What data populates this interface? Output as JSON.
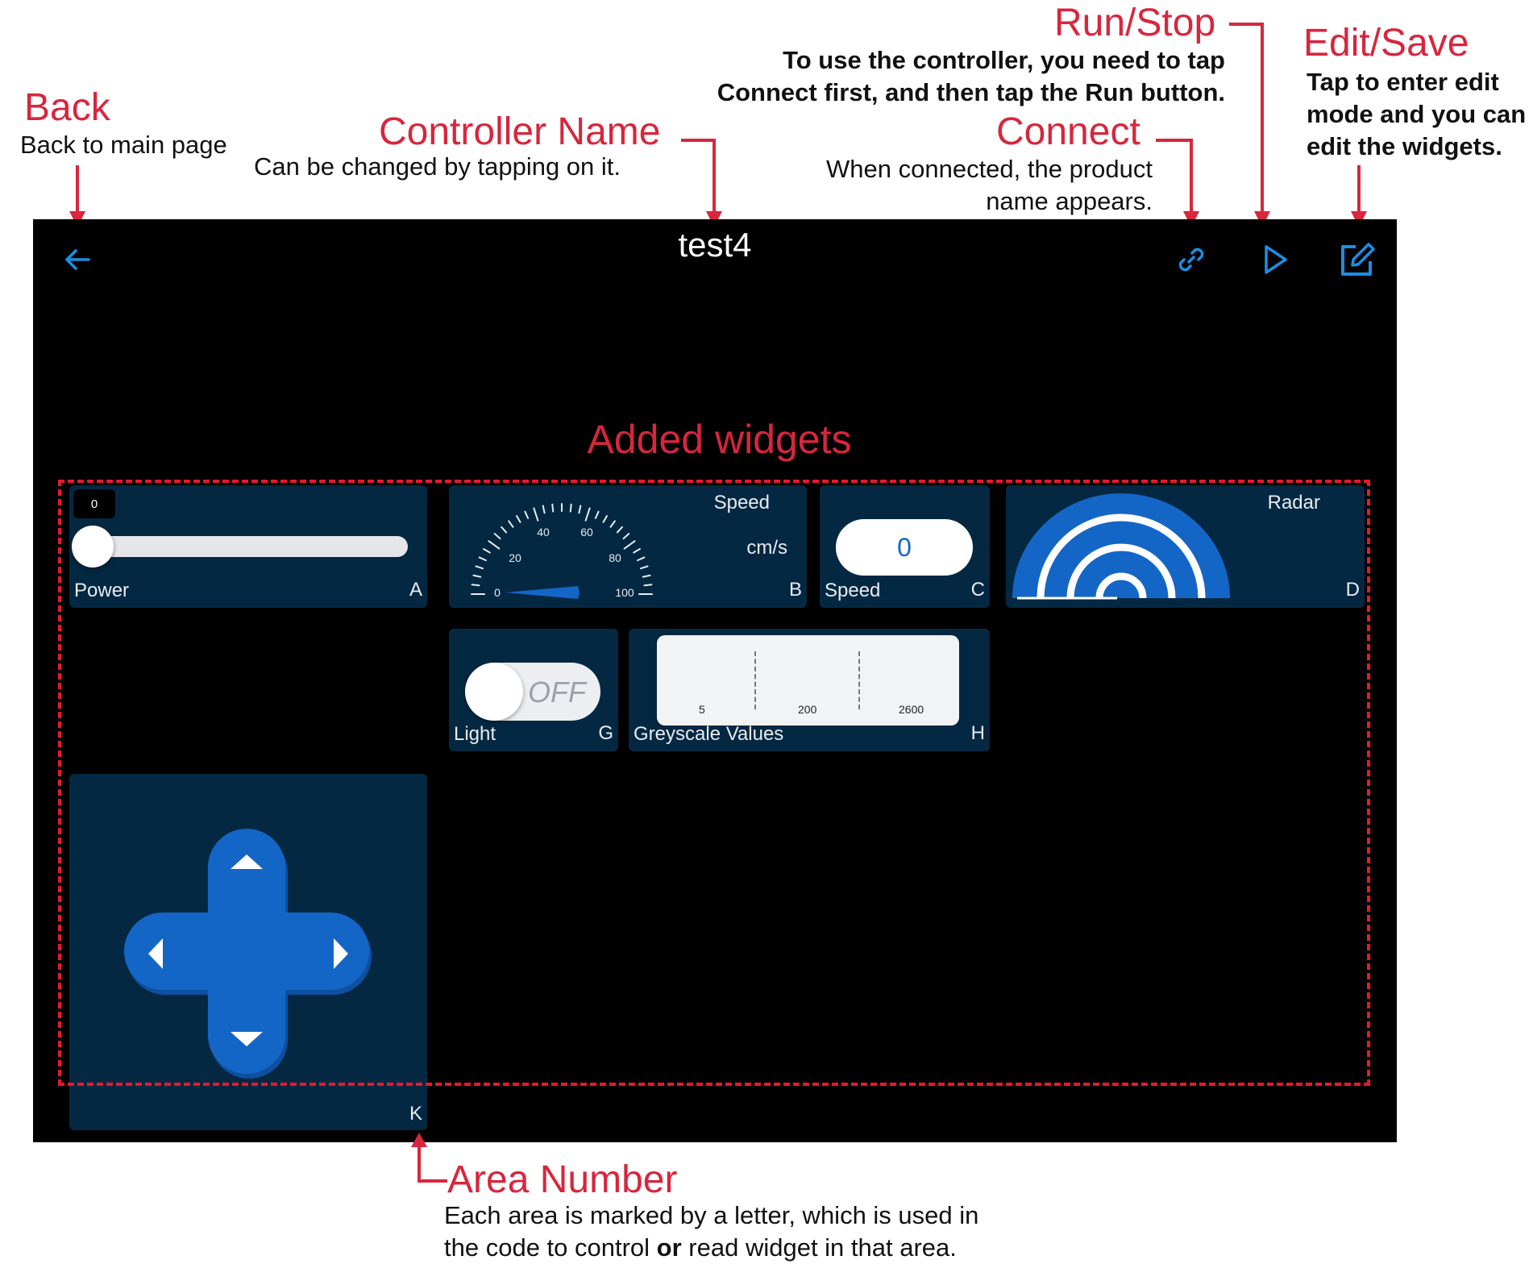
{
  "annotations": {
    "back": {
      "title": "Back",
      "desc": "Back to main page"
    },
    "controller_name": {
      "title": "Controller Name",
      "desc": "Can be changed by tapping on it."
    },
    "run_stop": {
      "title": "Run/Stop",
      "desc_line1": "To use the controller, you need to tap",
      "desc_line2": "Connect first, and then tap the Run button."
    },
    "edit_save": {
      "title": "Edit/Save",
      "desc_line1": "Tap to enter edit",
      "desc_line2": "mode and you can",
      "desc_line3": "edit the widgets."
    },
    "connect": {
      "title": "Connect",
      "desc_line1": "When connected, the product",
      "desc_line2": "name appears."
    },
    "added_widgets": {
      "title": "Added widgets"
    },
    "area_number": {
      "title": "Area Number",
      "desc_line1": "Each area  is marked by a letter, which is used in",
      "desc_line2_a": "the code to control ",
      "desc_line2_b": "or",
      "desc_line2_c": " read widget in that area."
    }
  },
  "topbar": {
    "title": "test4",
    "icons": {
      "back": "arrow-left-icon",
      "connect": "link-icon",
      "run": "play-icon",
      "edit": "edit-icon"
    }
  },
  "widgets": {
    "A": {
      "label": "Power",
      "letter": "A",
      "value_bubble": "0",
      "slider_value": 0
    },
    "B": {
      "label": "Speed",
      "unit": "cm/s",
      "letter": "B",
      "ticks": [
        "0",
        "20",
        "40",
        "60",
        "80",
        "100"
      ],
      "value": 0
    },
    "C": {
      "label": "Speed",
      "letter": "C",
      "value": "0"
    },
    "D": {
      "label": "Radar",
      "letter": "D"
    },
    "G": {
      "label": "Light",
      "letter": "G",
      "state": "OFF"
    },
    "H": {
      "label": "Greyscale Values",
      "letter": "H",
      "values": [
        "5",
        "200",
        "2600"
      ]
    },
    "K": {
      "letter": "K",
      "icons": {
        "up": "arrow-up-icon",
        "down": "arrow-down-icon",
        "left": "arrow-left-icon",
        "right": "arrow-right-icon"
      }
    }
  },
  "colors": {
    "annotation": "#d7263d",
    "accent": "#1a8fe3",
    "widget_bg": "#052842",
    "dpad": "#1466c6",
    "dashed": "#e8192c"
  }
}
